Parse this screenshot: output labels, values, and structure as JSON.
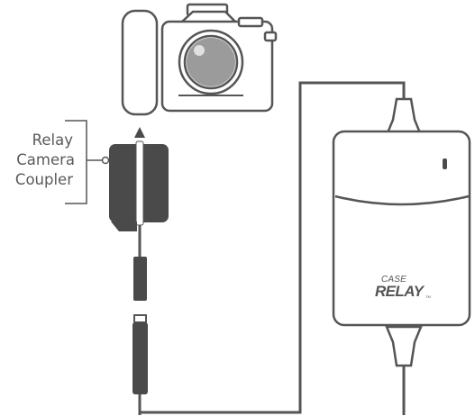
{
  "labels": {
    "coupler_line1": "Relay",
    "coupler_line2": "Camera",
    "coupler_line3": "Coupler"
  },
  "device": {
    "brand_top": "CASE",
    "brand_bottom": "RELAY",
    "trademark": "TM"
  },
  "colors": {
    "line": "#555555",
    "fill_dark": "#4a4a4a",
    "fill_light": "#ffffff"
  }
}
